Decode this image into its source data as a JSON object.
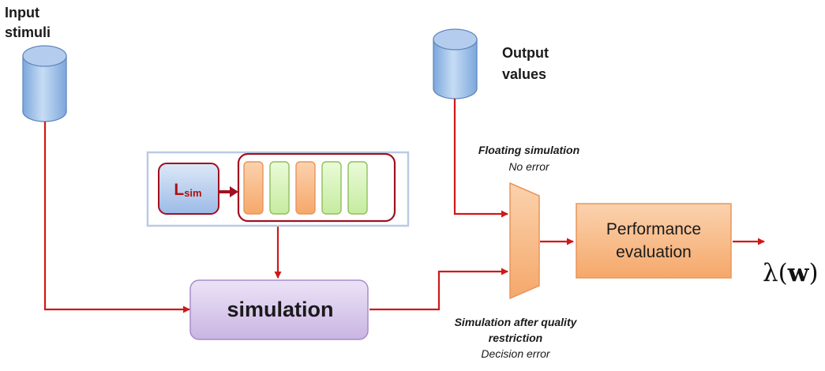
{
  "input": {
    "label_line1": "Input",
    "label_line2": "stimuli"
  },
  "output": {
    "label_line1": "Output",
    "label_line2": "values"
  },
  "floating": {
    "title": "Floating simulation",
    "subtitle": "No error"
  },
  "restriction": {
    "title_line1": "Simulation after quality",
    "title_line2": "restriction",
    "subtitle": "Decision error"
  },
  "simulation": {
    "label": "simulation"
  },
  "performance": {
    "label_line1": "Performance",
    "label_line2": "evaluation"
  },
  "lsim": {
    "base": "L",
    "sub": "sim"
  },
  "result": {
    "symbol": "λ",
    "argument": "w"
  },
  "queue": {
    "slots": [
      "orange",
      "green",
      "orange",
      "green",
      "green"
    ]
  },
  "colors": {
    "arrow": "#d01818",
    "dark_red": "#a01020",
    "orange": "#f7b98a",
    "green": "#d6f2b6",
    "cylinder": "#9bbfe6",
    "simulation_box": "#d9c9ec",
    "panel_border": "#b9cbe4"
  }
}
